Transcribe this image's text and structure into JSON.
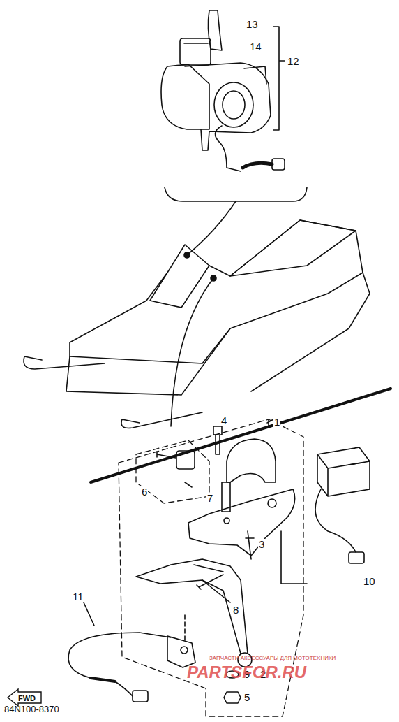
{
  "diagram": {
    "nodes": [
      {
        "text": [
          "FWD"
        ]
      }
    ],
    "labels": [
      "13",
      "14",
      "12",
      "4",
      "1",
      "6",
      "7",
      "3",
      "8",
      "10",
      "11",
      "9",
      "2",
      "5",
      "84N100-8370",
      "ЗАПЧАСТИ АКСЕССУАРЫ ДЛЯ МОТОТЕХНИКИ",
      "PARTSFOR.RU"
    ]
  }
}
